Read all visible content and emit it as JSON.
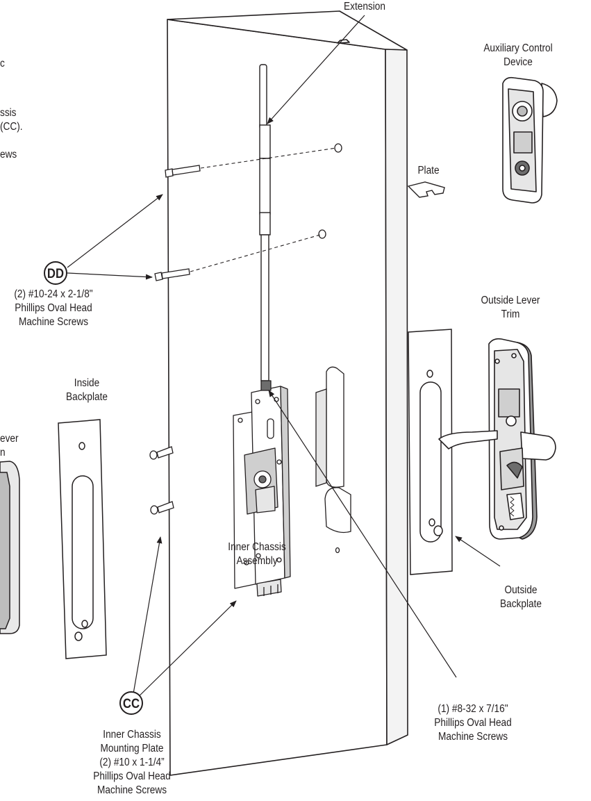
{
  "labels": {
    "extension": "Extension",
    "aux_control": "Auxiliary Control\nDevice",
    "plate": "Plate",
    "dd_screws": "(2) #10-24 x 2-1/8\"\nPhillips Oval Head\nMachine Screws",
    "outside_lever_trim": "Outside Lever\nTrim",
    "inside_backplate": "Inside\nBackplate",
    "inside_lever_partial": "ever\nn",
    "inner_chassis_assembly": "Inner Chassis\nAssembly",
    "outside_backplate": "Outside\nBackplate",
    "chassis_screws": "(1) #8-32 x 7/16\"\nPhillips Oval Head\nMachine Screws",
    "cc_plate_screws": "Inner Chassis\nMounting Plate\n(2) #10 x 1-1/4”\nPhillips Oval Head\nMachine Screws",
    "step_text_partial": "ssis\n(CC).\n\news",
    "step_text_c": "c"
  },
  "badges": {
    "dd": "DD",
    "cc": "CC"
  },
  "colors": {
    "line": "#231f20",
    "panel_fill": "#ffffff",
    "metal_fill": "#d9d9d9",
    "dark_fill": "#6d6d6d"
  }
}
